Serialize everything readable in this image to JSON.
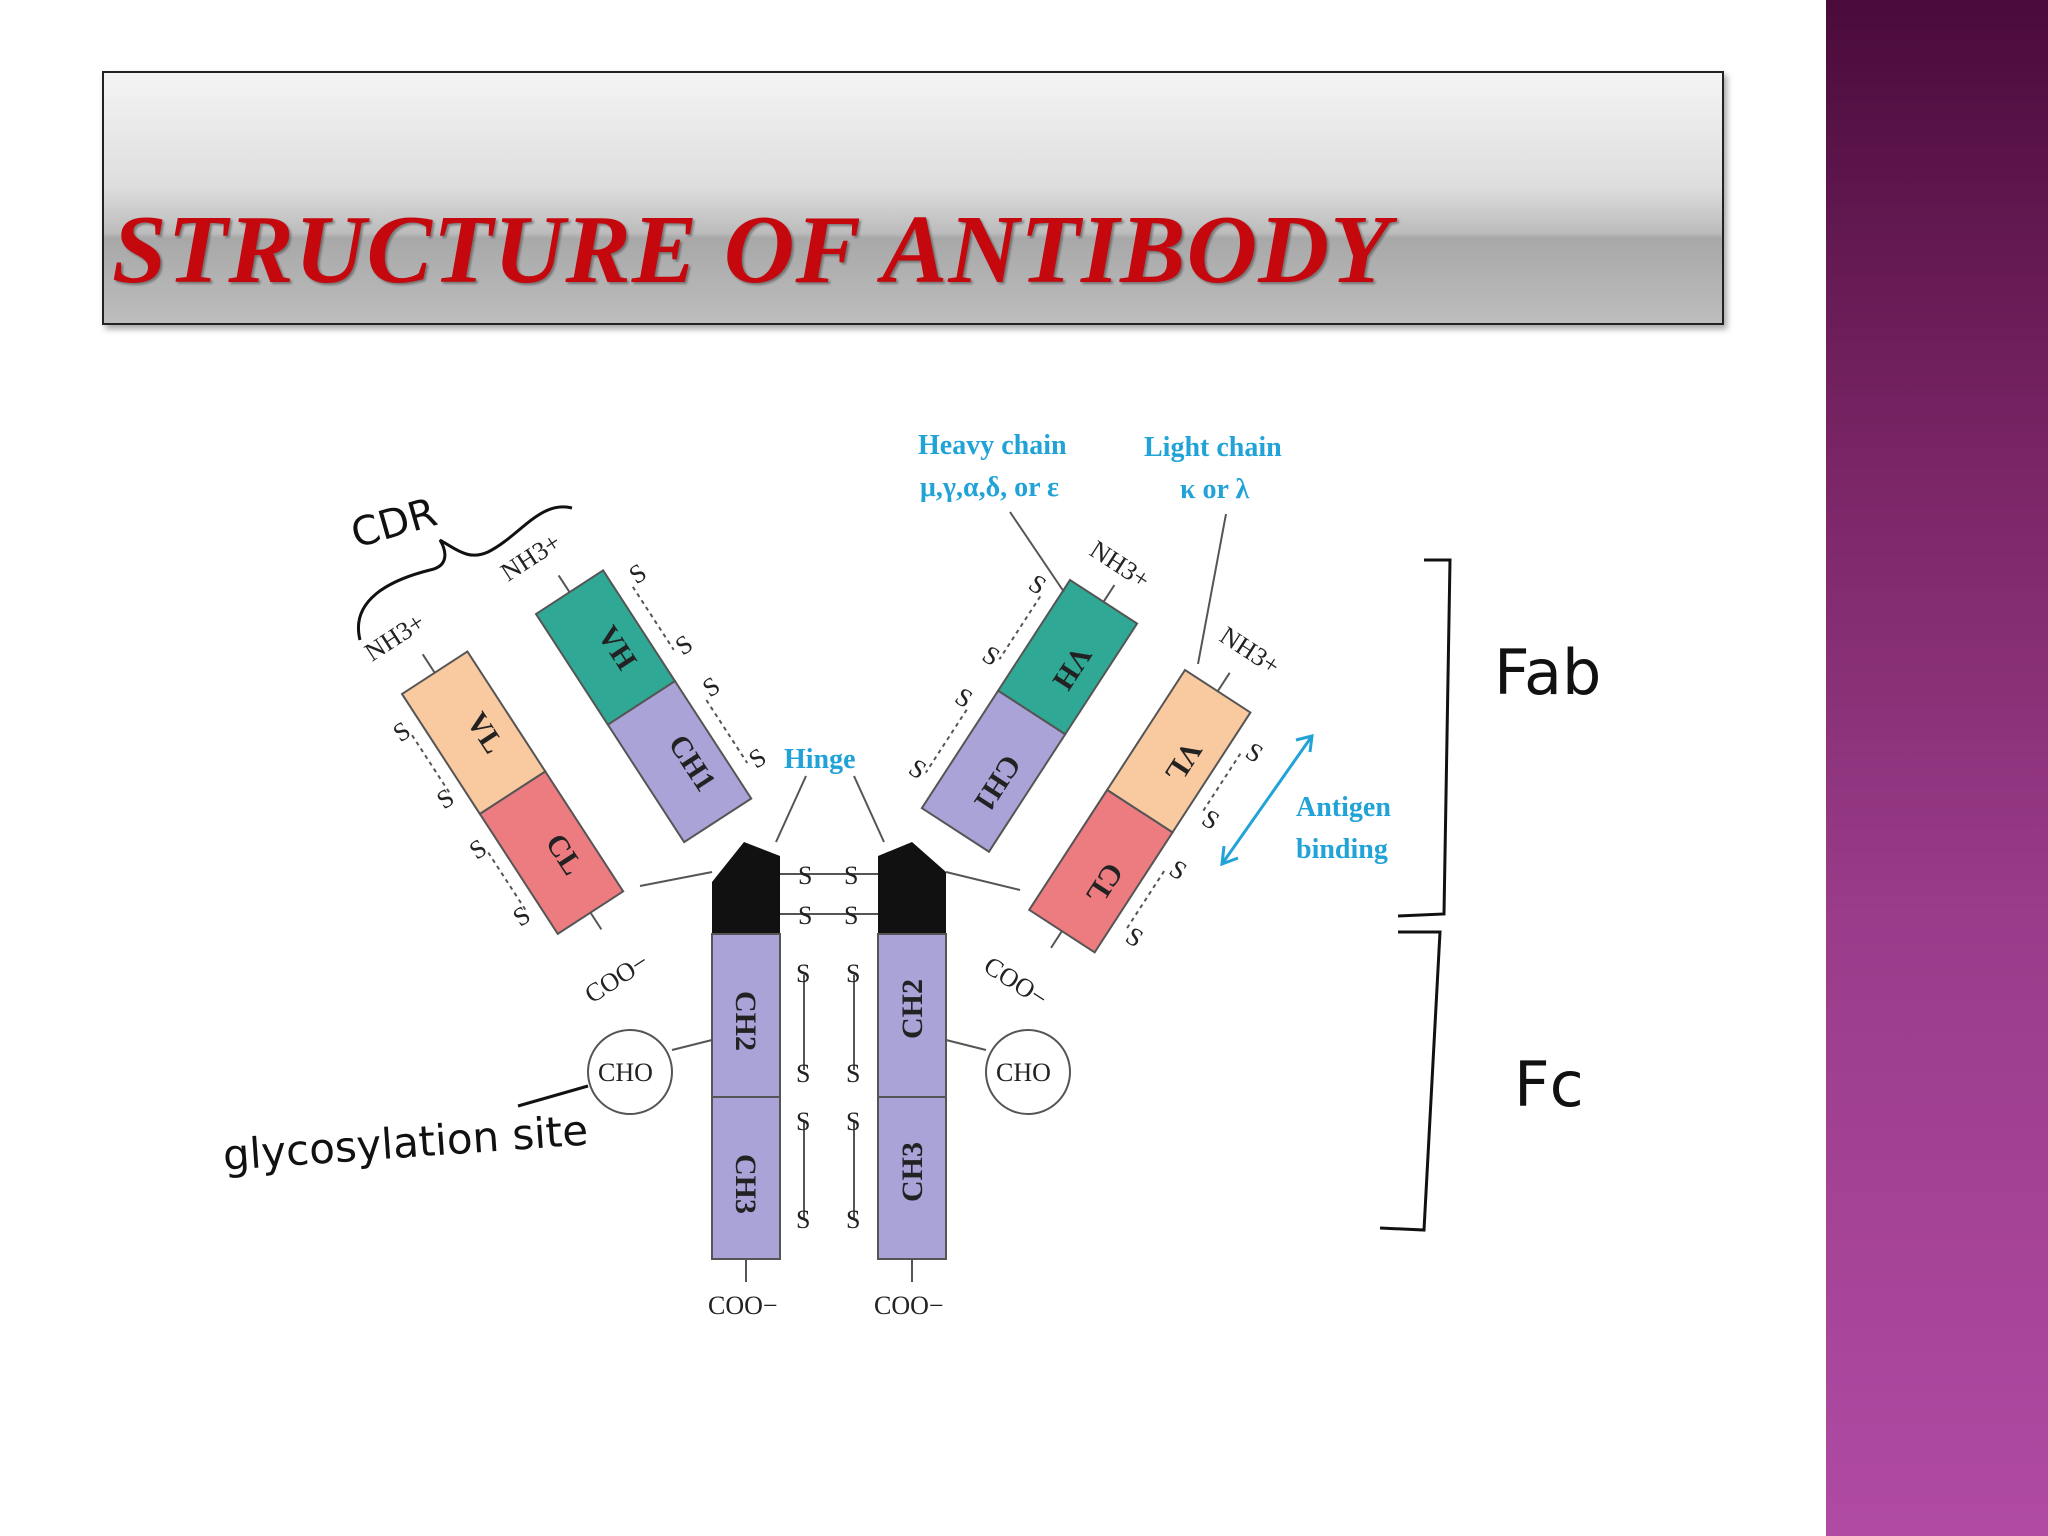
{
  "slide": {
    "title": "STRUCTURE OF ANTIBODY",
    "accent_color": "#c4080e",
    "band_colors": [
      "#4a0b3a",
      "#b04aa3"
    ]
  },
  "diagram": {
    "annotations": {
      "heavy_chain_line1": "Heavy chain",
      "heavy_chain_line2": "μ,γ,α,δ, or ε",
      "light_chain_line1": "Light chain",
      "light_chain_line2": "κ or λ",
      "hinge": "Hinge",
      "antigen_line1": "Antigen",
      "antigen_line2": "binding",
      "cdr": "CDR",
      "fab": "Fab",
      "fc": "Fc",
      "glycosylation": "glycosylation site"
    },
    "domains": {
      "vl": "VL",
      "cl": "CL",
      "vh": "VH",
      "ch1": "CH1",
      "ch2": "CH2",
      "ch3": "CH3",
      "cho": "CHO"
    },
    "termini": {
      "nh3": "NH3+",
      "coo": "COO−",
      "s": "S"
    },
    "colors": {
      "vl": "#f9c9a0",
      "cl": "#ec7c80",
      "vh": "#2fa896",
      "ch": "#aaa3d8",
      "hinge": "#111111",
      "label_blue": "#22a3d8"
    }
  }
}
